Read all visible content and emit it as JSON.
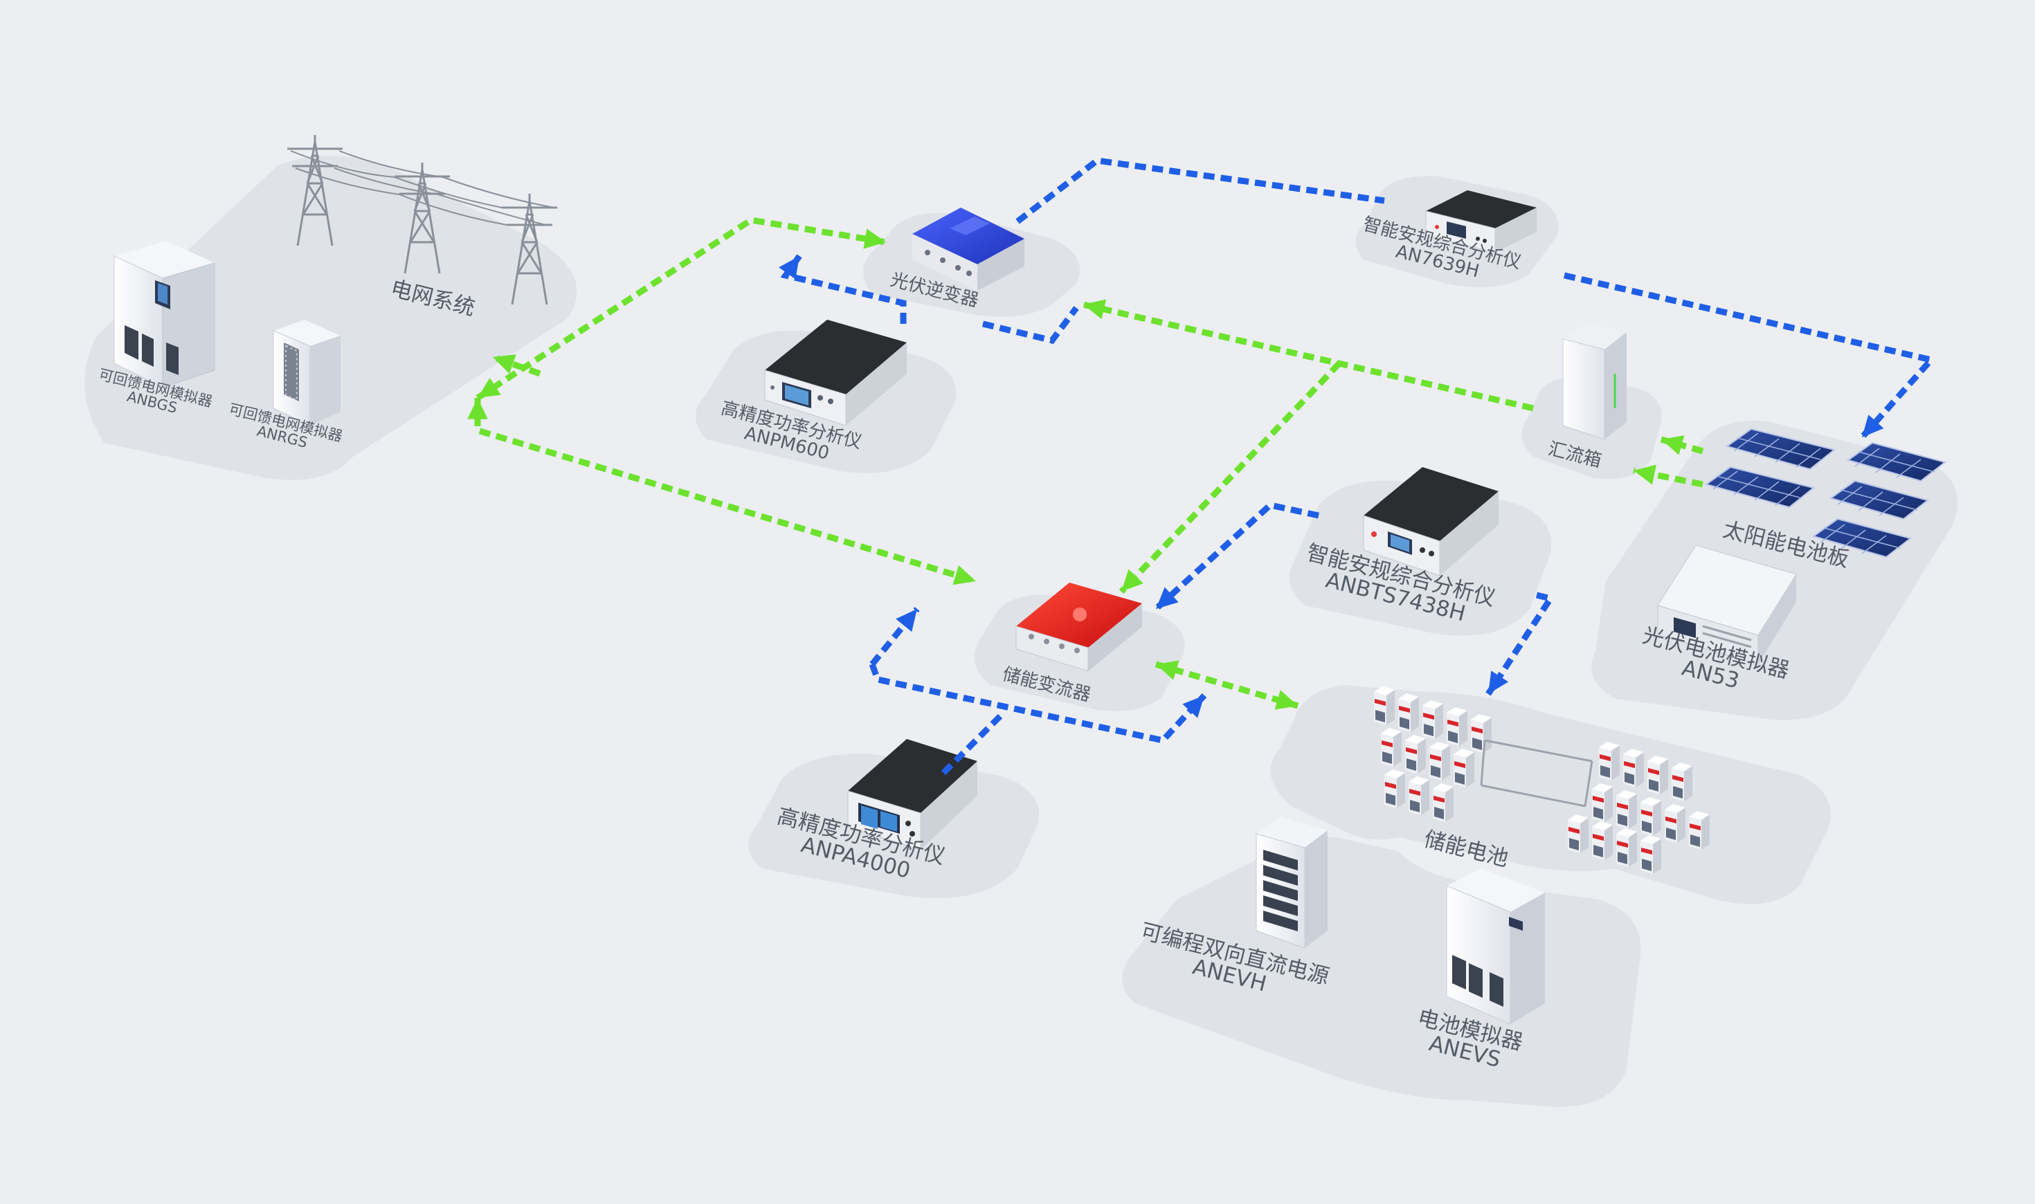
{
  "nodes": {
    "grid": {
      "name": "电网系统"
    },
    "anbgs": {
      "name": "可回馈电网模拟器",
      "model": "ANBGS"
    },
    "anrgs": {
      "name": "可回馈电网模拟器",
      "model": "ANRGS"
    },
    "pv_inverter": {
      "name": "光伏逆变器"
    },
    "an7639h": {
      "name": "智能安规综合分析仪",
      "model": "AN7639H"
    },
    "anpm600": {
      "name": "高精度功率分析仪",
      "model": "ANPM600"
    },
    "combiner": {
      "name": "汇流箱"
    },
    "solar_panel": {
      "name": "太阳能电池板"
    },
    "anbts7438h": {
      "name": "智能安规综合分析仪",
      "model": "ANBTS7438H"
    },
    "pcs": {
      "name": "储能变流器"
    },
    "an53": {
      "name": "光伏电池模拟器",
      "model": "AN53"
    },
    "anpa4000": {
      "name": "高精度功率分析仪",
      "model": "ANPA4000"
    },
    "storage_battery": {
      "name": "储能电池"
    },
    "anevh": {
      "name": "可编程双向直流电源",
      "model": "ANEVH"
    },
    "anevs": {
      "name": "电池模拟器",
      "model": "ANEVS"
    }
  },
  "colors": {
    "power_flow": "#6de22e",
    "signal_flow": "#1f5fe6",
    "pv_inverter": "#2d3fd0",
    "pcs": "#e41a1a",
    "platform": "#dfe2e7",
    "label": "#545c66",
    "background": "#eceef2"
  }
}
